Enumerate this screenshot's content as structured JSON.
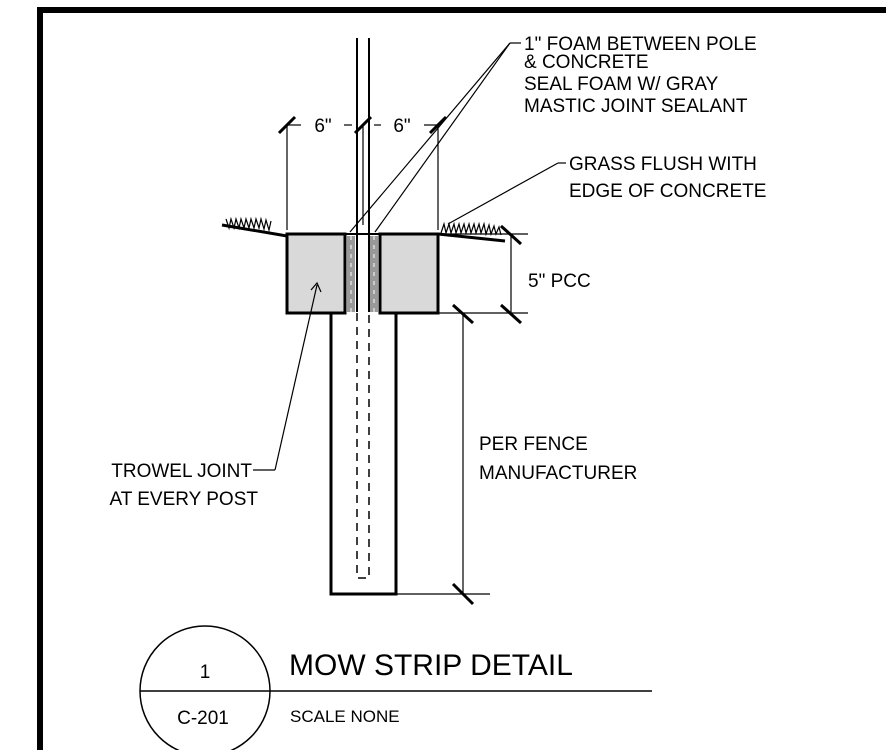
{
  "colors": {
    "ink": "#000000",
    "concrete": "#d9d9d9",
    "paper": "#ffffff",
    "foam": "#999999"
  },
  "dimensions": {
    "left_offset": "6\"",
    "right_offset": "6\"",
    "depth_pcc": "5\" PCC"
  },
  "notes": {
    "foam_line1": "1\" FOAM BETWEEN POLE",
    "foam_line2": "& CONCRETE",
    "foam_line3": "SEAL FOAM W/ GRAY",
    "foam_line4": "MASTIC JOINT SEALANT",
    "grass_line1": "GRASS FLUSH WITH",
    "grass_line2": "EDGE OF CONCRETE",
    "footing_line1": "PER FENCE",
    "footing_line2": "MANUFACTURER",
    "trowel_line1": "TROWEL JOINT",
    "trowel_line2": "AT EVERY POST"
  },
  "title_block": {
    "detail_number": "1",
    "sheet_number": "C-201",
    "title": "MOW STRIP DETAIL",
    "scale": "SCALE NONE"
  }
}
